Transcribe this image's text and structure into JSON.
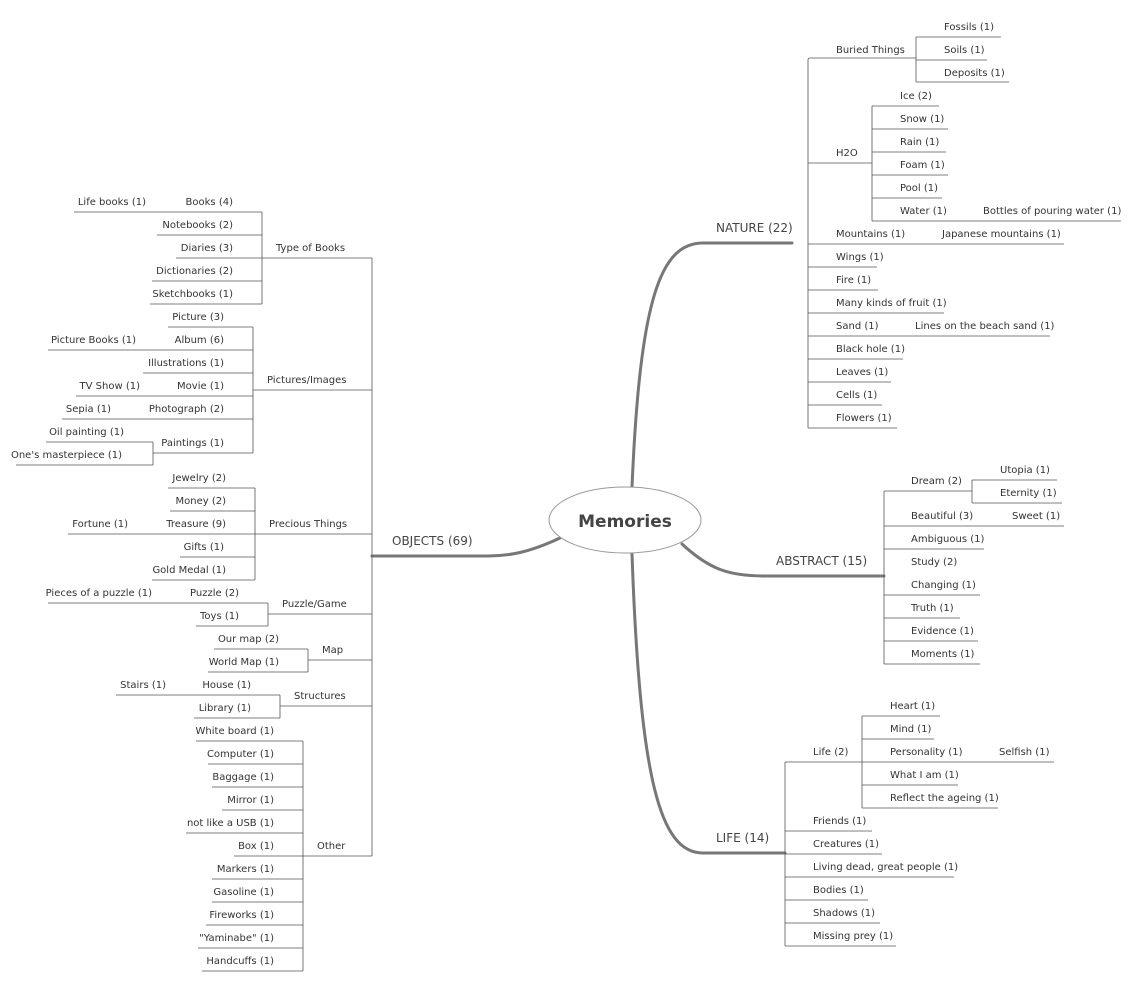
{
  "central": "Memories",
  "branches": {
    "nature": {
      "label": "NATURE (22)",
      "children": {
        "buried": {
          "label": "Buried Things",
          "children": [
            "Fossils (1)",
            "Soils (1)",
            "Deposits (1)"
          ]
        },
        "h2o": {
          "label": "H2O",
          "children": [
            "Ice (2)",
            "Snow (1)",
            "Rain (1)",
            "Foam (1)",
            "Pool (1)",
            "Water (1)"
          ],
          "water_child": "Bottles of pouring water (1)"
        },
        "mountains": {
          "label": "Mountains (1)",
          "child": "Japanese mountains (1)"
        },
        "wings": "Wings (1)",
        "fire": "Fire (1)",
        "fruit": "Many kinds of fruit (1)",
        "sand": {
          "label": "Sand (1)",
          "child": "Lines on the beach sand (1)"
        },
        "blackhole": "Black hole (1)",
        "leaves": "Leaves (1)",
        "cells": "Cells (1)",
        "flowers": "Flowers (1)"
      }
    },
    "abstract": {
      "label": "ABSTRACT (15)",
      "children": {
        "dream": {
          "label": "Dream (2)",
          "children": [
            "Utopia (1)",
            "Eternity (1)"
          ]
        },
        "beautiful": {
          "label": "Beautiful (3)",
          "child": "Sweet (1)"
        },
        "ambiguous": "Ambiguous (1)",
        "study": "Study (2)",
        "changing": "Changing (1)",
        "truth": "Truth (1)",
        "evidence": "Evidence (1)",
        "moments": "Moments (1)"
      }
    },
    "life": {
      "label": "LIFE (14)",
      "children": {
        "life": {
          "label": "Life (2)",
          "children": [
            "Heart (1)",
            "Mind (1)",
            "Personality (1)",
            "What I am (1)",
            "Reflect the ageing (1)"
          ],
          "personality_child": "Selfish (1)"
        },
        "friends": "Friends (1)",
        "creatures": "Creatures (1)",
        "living": "Living dead, great people (1)",
        "bodies": "Bodies (1)",
        "shadows": "Shadows (1)",
        "prey": "Missing prey (1)"
      }
    },
    "objects": {
      "label": "OBJECTS (69)",
      "children": {
        "books": {
          "label": "Type of Books",
          "children": [
            "Books (4)",
            "Notebooks (2)",
            "Diaries (3)",
            "Dictionaries (2)",
            "Sketchbooks (1)"
          ],
          "books_child": "Life books (1)"
        },
        "pictures": {
          "label": "Pictures/Images",
          "children": [
            "Picture (3)",
            "Album (6)",
            "Illustrations (1)",
            "Movie (1)",
            "Photograph (2)",
            "Paintings (1)"
          ],
          "album_child": "Picture Books (1)",
          "movie_child": "TV Show (1)",
          "photo_child": "Sepia (1)",
          "paint_children": [
            "Oil painting (1)",
            "One's masterpiece (1)"
          ]
        },
        "precious": {
          "label": "Precious Things",
          "children": [
            "Jewelry (2)",
            "Money (2)",
            "Treasure (9)",
            "Gifts (1)",
            "Gold Medal (1)"
          ],
          "treasure_child": "Fortune (1)"
        },
        "puzzle": {
          "label": "Puzzle/Game",
          "children": [
            "Puzzle (2)",
            "Toys (1)"
          ],
          "puzzle_child": "Pieces of a puzzle (1)"
        },
        "map": {
          "label": "Map",
          "children": [
            "Our map (2)",
            "World Map (1)"
          ]
        },
        "structures": {
          "label": "Structures",
          "children": [
            "House (1)",
            "Library (1)"
          ],
          "house_child": "Stairs (1)"
        },
        "other": {
          "label": "Other",
          "children": [
            "White board (1)",
            "Computer (1)",
            "Baggage (1)",
            "Mirror (1)",
            "not like a USB (1)",
            "Box (1)",
            "Markers (1)",
            "Gasoline (1)",
            "Fireworks (1)",
            "\"Yaminabe\" (1)",
            "Handcuffs (1)"
          ]
        }
      }
    }
  },
  "colors": {
    "line": "#555555",
    "branch": "#777777",
    "text": "#333333",
    "central_border": "#999999"
  }
}
